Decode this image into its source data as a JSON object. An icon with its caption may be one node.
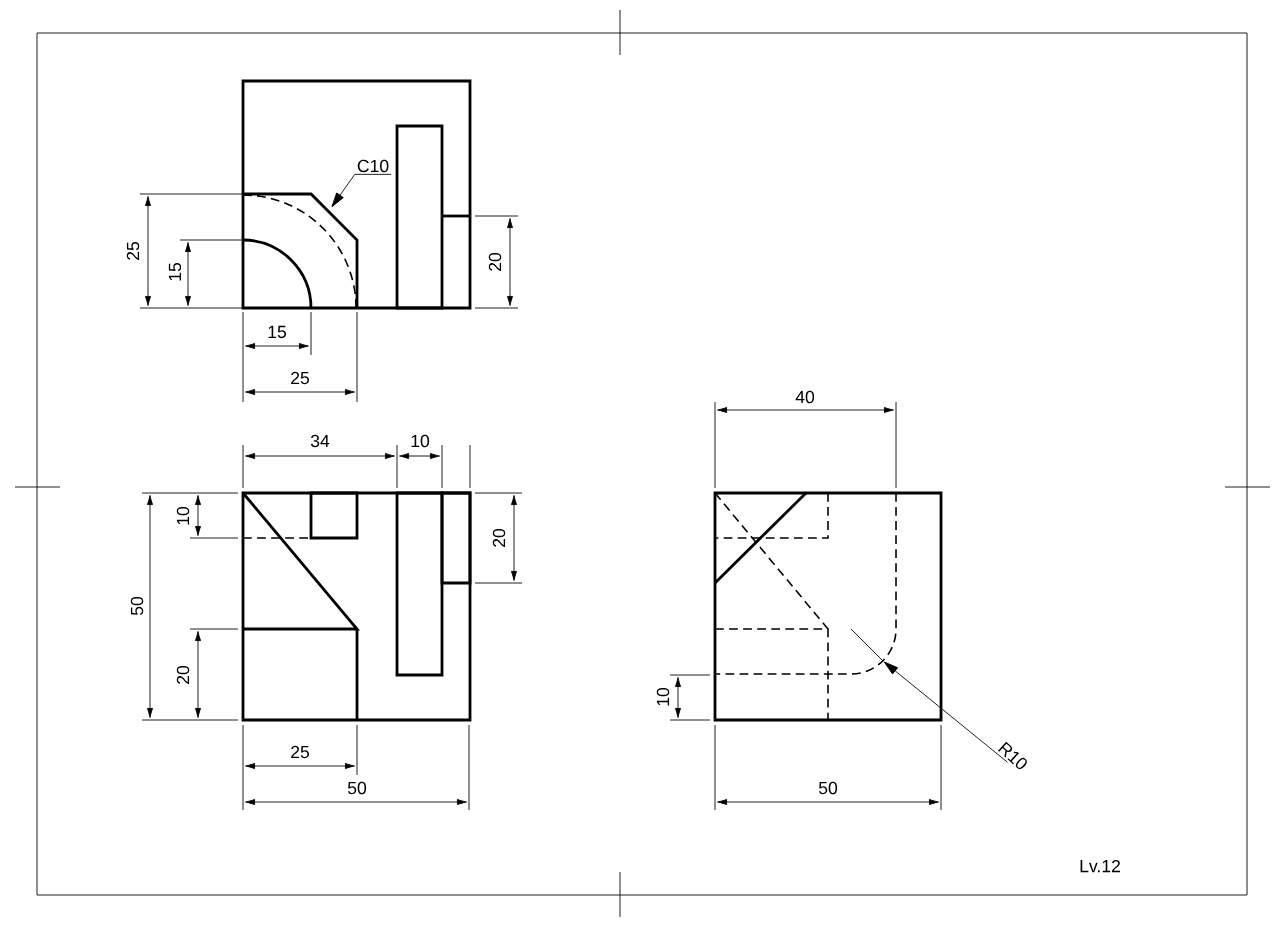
{
  "diagram": {
    "nodes": [
      {
        "text": [
          "C10"
        ]
      },
      {
        "text": [
          "R10"
        ]
      }
    ],
    "edges": [
      {
        "from": 0,
        "to": null,
        "arrow": "to"
      },
      {
        "from": 1,
        "to": null,
        "arrow": "to"
      }
    ],
    "labels": [
      "25",
      "15",
      "20",
      "15",
      "25",
      "40",
      "34",
      "10",
      "10",
      "20",
      "50",
      "20",
      "10",
      "25",
      "50",
      "50",
      "Lv.12"
    ]
  }
}
